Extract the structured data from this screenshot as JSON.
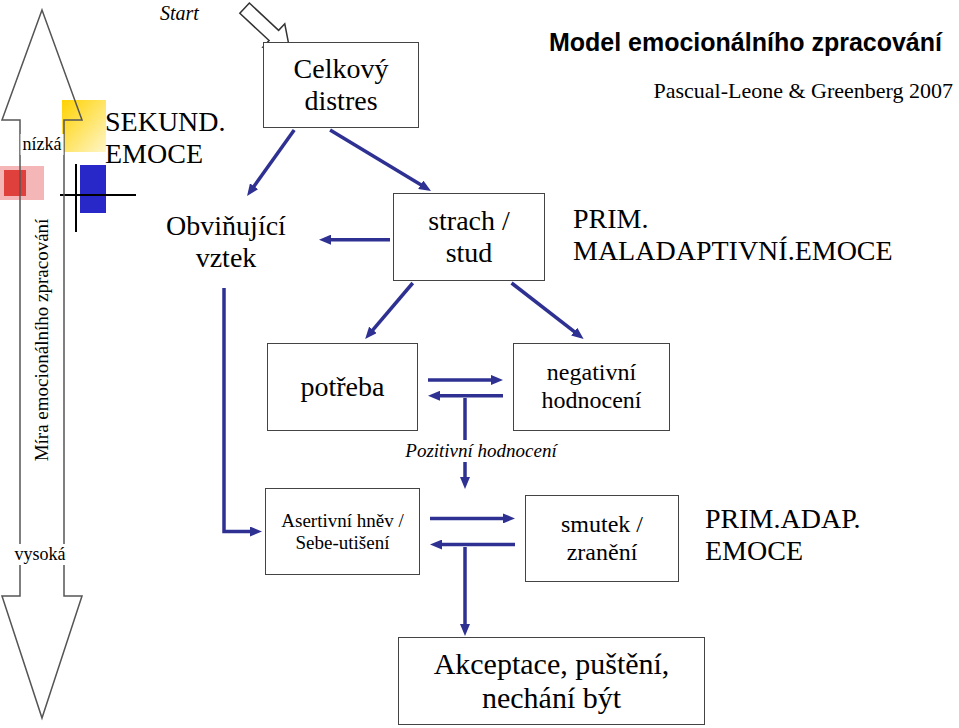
{
  "diagram": {
    "title": "Model emocionálního zpracování",
    "nodes": [
      {
        "text": [
          "Celkový distres"
        ]
      },
      {
        "text": [
          "Obviňující vztek"
        ]
      },
      {
        "text": [
          "strach / stud"
        ]
      },
      {
        "text": [
          "potřeba"
        ]
      },
      {
        "text": [
          "negativní hodnocení"
        ]
      },
      {
        "text": [
          "Asertivní hněv / Sebe-utišení"
        ]
      },
      {
        "text": [
          "smutek / zranění"
        ]
      },
      {
        "text": [
          "Akceptace, puštění, nechání být"
        ]
      }
    ],
    "edges": [
      {
        "from": 0,
        "to": 1,
        "arrow": "to"
      },
      {
        "from": 0,
        "to": 2,
        "arrow": "to"
      },
      {
        "from": 2,
        "to": 1,
        "arrow": "to"
      },
      {
        "from": 2,
        "to": 3,
        "arrow": "to"
      },
      {
        "from": 2,
        "to": 4,
        "arrow": "to"
      },
      {
        "from": 3,
        "to": 4,
        "arrow": "to"
      },
      {
        "from": 4,
        "to": 3,
        "arrow": "to"
      },
      {
        "from": 1,
        "to": 5,
        "arrow": "to"
      },
      {
        "from": 5,
        "to": 6,
        "arrow": "to"
      },
      {
        "from": 6,
        "to": 5,
        "arrow": "to"
      }
    ],
    "labels": [
      "Start",
      "nízká",
      "Míra emocionálního zpracování",
      "vysoká",
      "SEKUND. EMOCE",
      "Pascual-Leone & Greenberg 2007",
      "PRIM. MALADAPTIVNÍ.EMOCE",
      "Pozitivní hodnocení",
      "PRIM.ADAP. EMOCE"
    ]
  }
}
